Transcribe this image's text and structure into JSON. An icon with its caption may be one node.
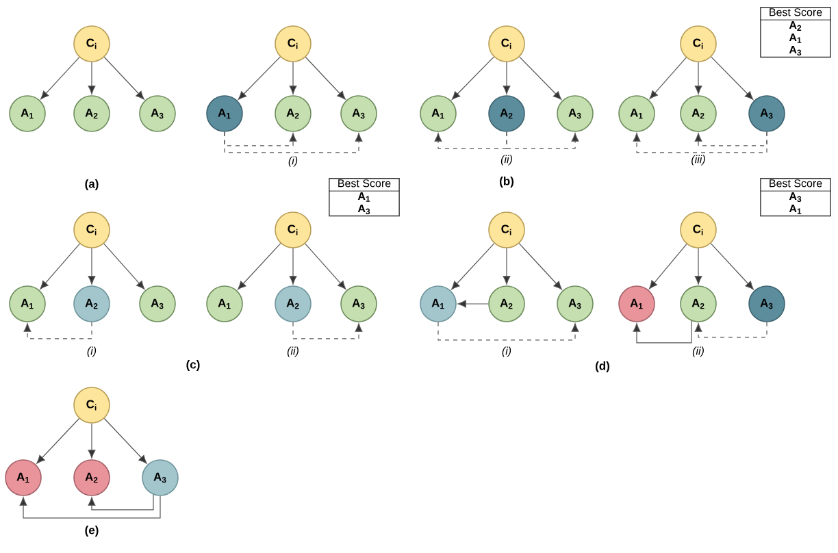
{
  "diagram": {
    "nodes": [
      {
        "text": [
          "C$_{i}$"
        ]
      },
      {
        "text": [
          "A$_{1}$"
        ]
      },
      {
        "text": [
          "A$_{2}$"
        ]
      },
      {
        "text": [
          "A$_{3}$"
        ]
      },
      {
        "text": [
          "C$_{i}$"
        ]
      },
      {
        "text": [
          "A$_{1}$"
        ]
      },
      {
        "text": [
          "A$_{2}$"
        ]
      },
      {
        "text": [
          "A$_{3}$"
        ]
      },
      {
        "text": [
          "C$_{i}$"
        ]
      },
      {
        "text": [
          "A$_{1}$"
        ]
      },
      {
        "text": [
          "A$_{2}$"
        ]
      },
      {
        "text": [
          "A$_{3}$"
        ]
      },
      {
        "text": [
          "C$_{i}$"
        ]
      },
      {
        "text": [
          "A$_{1}$"
        ]
      },
      {
        "text": [
          "A$_{2}$"
        ]
      },
      {
        "text": [
          "A$_{3}$"
        ]
      },
      {
        "text": [
          "Best Score",
          "A$_{2}$",
          "A$_{1}$",
          "A$_{3}$"
        ]
      },
      {
        "text": [
          "C$_{i}$"
        ]
      },
      {
        "text": [
          "A$_{1}$"
        ]
      },
      {
        "text": [
          "A$_{2}$"
        ]
      },
      {
        "text": [
          "A$_{3}$"
        ]
      },
      {
        "text": [
          "C$_{i}$"
        ]
      },
      {
        "text": [
          "A$_{1}$"
        ]
      },
      {
        "text": [
          "A$_{2}$"
        ]
      },
      {
        "text": [
          "A$_{3}$"
        ]
      },
      {
        "text": [
          "Best Score",
          "A$_{1}$",
          "A$_{3}$"
        ]
      },
      {
        "text": [
          "C$_{i}$"
        ]
      },
      {
        "text": [
          "A$_{1}$"
        ]
      },
      {
        "text": [
          "A$_{2}$"
        ]
      },
      {
        "text": [
          "A$_{3}$"
        ]
      },
      {
        "text": [
          "C$_{i}$"
        ]
      },
      {
        "text": [
          "A$_{1}$"
        ]
      },
      {
        "text": [
          "A$_{2}$"
        ]
      },
      {
        "text": [
          "A$_{3}$"
        ]
      },
      {
        "text": [
          "Best Score",
          "A$_{3}$",
          "A$_{1}$"
        ]
      },
      {
        "text": [
          "C$_{i}$"
        ]
      },
      {
        "text": [
          "A$_{1}$"
        ]
      },
      {
        "text": [
          "A$_{2}$"
        ]
      },
      {
        "text": [
          "A$_{3}$"
        ]
      }
    ],
    "edges": [
      {
        "from": 0,
        "to": 1,
        "arrow": "to"
      },
      {
        "from": 0,
        "to": 2,
        "arrow": "to"
      },
      {
        "from": 0,
        "to": 3,
        "arrow": "to"
      },
      {
        "from": 4,
        "to": 5,
        "arrow": "to"
      },
      {
        "from": 4,
        "to": 6,
        "arrow": "to"
      },
      {
        "from": 4,
        "to": 7,
        "arrow": "to"
      },
      {
        "from": 5,
        "to": 6,
        "arrow": "to",
        "style": "dashed"
      },
      {
        "from": 5,
        "to": 7,
        "arrow": "to",
        "style": "dashed"
      },
      {
        "from": 8,
        "to": 9,
        "arrow": "to"
      },
      {
        "from": 8,
        "to": 10,
        "arrow": "to"
      },
      {
        "from": 8,
        "to": 11,
        "arrow": "to"
      },
      {
        "from": 10,
        "to": 9,
        "arrow": "to",
        "style": "dashed"
      },
      {
        "from": 10,
        "to": 11,
        "arrow": "to",
        "style": "dashed"
      },
      {
        "from": 12,
        "to": 13,
        "arrow": "to"
      },
      {
        "from": 12,
        "to": 14,
        "arrow": "to"
      },
      {
        "from": 12,
        "to": 15,
        "arrow": "to"
      },
      {
        "from": 15,
        "to": 14,
        "arrow": "to",
        "style": "dashed"
      },
      {
        "from": 15,
        "to": 13,
        "arrow": "to",
        "style": "dashed"
      },
      {
        "from": 17,
        "to": 18,
        "arrow": "to"
      },
      {
        "from": 17,
        "to": 19,
        "arrow": "to"
      },
      {
        "from": 17,
        "to": 20,
        "arrow": "to"
      },
      {
        "from": 19,
        "to": 18,
        "arrow": "to",
        "style": "dashed"
      },
      {
        "from": 21,
        "to": 22,
        "arrow": "to"
      },
      {
        "from": 21,
        "to": 23,
        "arrow": "to"
      },
      {
        "from": 21,
        "to": 24,
        "arrow": "to"
      },
      {
        "from": 23,
        "to": 24,
        "arrow": "to",
        "style": "dashed"
      },
      {
        "from": 26,
        "to": 27,
        "arrow": "to"
      },
      {
        "from": 26,
        "to": 28,
        "arrow": "to"
      },
      {
        "from": 26,
        "to": 29,
        "arrow": "to"
      },
      {
        "from": 28,
        "to": 27,
        "arrow": "to"
      },
      {
        "from": 27,
        "to": 29,
        "arrow": "to",
        "style": "dashed"
      },
      {
        "from": 30,
        "to": 31,
        "arrow": "to"
      },
      {
        "from": 30,
        "to": 32,
        "arrow": "to"
      },
      {
        "from": 30,
        "to": 33,
        "arrow": "to"
      },
      {
        "from": 32,
        "to": 31,
        "arrow": "to"
      },
      {
        "from": 33,
        "to": 32,
        "arrow": "to",
        "style": "dashed"
      },
      {
        "from": 35,
        "to": 36,
        "arrow": "to"
      },
      {
        "from": 35,
        "to": 37,
        "arrow": "to"
      },
      {
        "from": 35,
        "to": 38,
        "arrow": "to"
      },
      {
        "from": 38,
        "to": 37,
        "arrow": "to"
      },
      {
        "from": 38,
        "to": 36,
        "arrow": "to"
      }
    ],
    "labels": [
      "(a)",
      "(i)",
      "(ii)",
      "(b)",
      "(iii)",
      "(i)",
      "(ii)",
      "(c)",
      "(i)",
      "(ii)",
      "(d)",
      "(e)"
    ]
  }
}
